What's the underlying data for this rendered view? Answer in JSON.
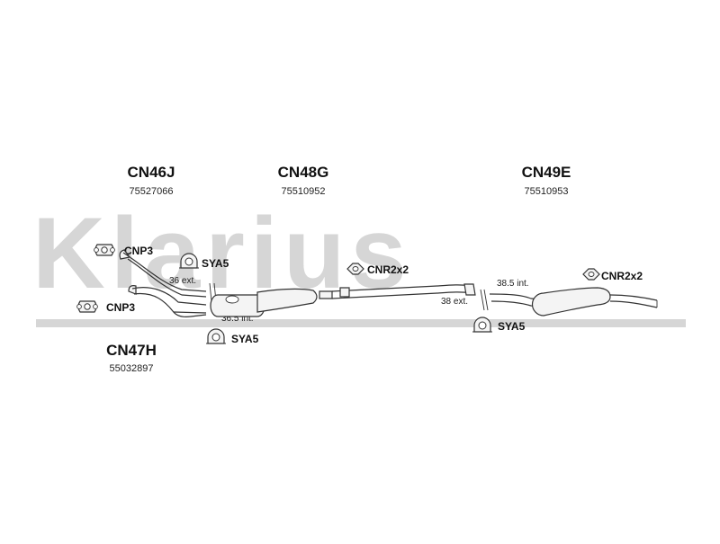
{
  "watermark": {
    "text": "Klarius",
    "color": "#d6d6d6"
  },
  "parts": {
    "front_pipe_upper": {
      "name": "CN46J",
      "number": "75527066"
    },
    "center_muffler": {
      "name": "CN48G",
      "number": "75510952"
    },
    "rear_muffler": {
      "name": "CN49E",
      "number": "75510953"
    },
    "front_pipe_lower": {
      "name": "CN47H",
      "number": "55032897"
    }
  },
  "accessories": {
    "gasket_upper": {
      "label": "CNP3",
      "icon": "gasket-icon"
    },
    "gasket_lower": {
      "label": "CNP3",
      "icon": "gasket-icon"
    },
    "clamp_front": {
      "label": "SYA5",
      "icon": "clamp-icon"
    },
    "clamp_center": {
      "label": "SYA5",
      "icon": "clamp-icon"
    },
    "clamp_rear": {
      "label": "SYA5",
      "icon": "clamp-icon"
    },
    "rubber_mid": {
      "label": "CNR2x2",
      "icon": "rubber-mount-icon"
    },
    "rubber_rear": {
      "label": "CNR2x2",
      "icon": "rubber-mount-icon"
    }
  },
  "dimensions": {
    "front_ext": "36 ext.",
    "front_int": "36.5 int.",
    "rear_int": "38.5 int.",
    "rear_ext": "38 ext."
  }
}
